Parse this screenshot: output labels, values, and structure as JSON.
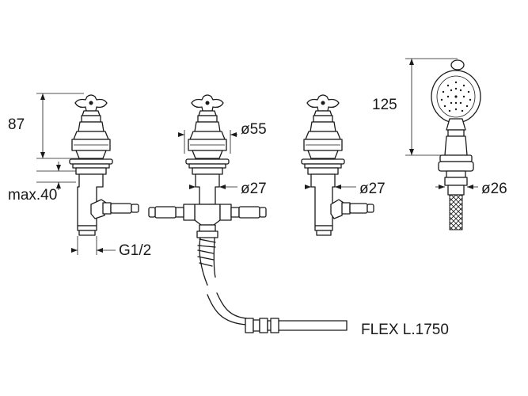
{
  "dimensions": {
    "height_87": "87",
    "height_125": "125",
    "dia_55": "ø55",
    "dia_27_mid": "ø27",
    "dia_27_right": "ø27",
    "dia_26": "ø26",
    "max_depth": "max.40",
    "thread": "G1/2",
    "flex_length": "FLEX L.1750"
  }
}
